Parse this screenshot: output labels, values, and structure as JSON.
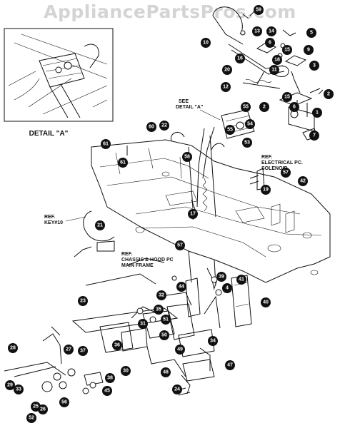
{
  "watermark": "AppliancePartsPros.com",
  "detail": {
    "caption": "DETAIL \"A\""
  },
  "refs": {
    "see_detail": [
      "SEE",
      "DETAIL \"A\""
    ],
    "electrical": [
      "REF.",
      "ELECTRICAL PC.",
      "SOLENOID"
    ],
    "key": [
      "REF.",
      "KEY#10"
    ],
    "chassis": [
      "REF.",
      "CHASSIS & HOOD PC",
      "MAIN FRAME"
    ]
  },
  "callouts": [
    "59",
    "13",
    "5",
    "10",
    "15",
    "14",
    "6",
    "16",
    "18",
    "20",
    "11",
    "9",
    "3",
    "12",
    "2",
    "1",
    "15",
    "2",
    "6",
    "7",
    "55",
    "54",
    "53",
    "55",
    "60",
    "22",
    "58",
    "61",
    "57",
    "42",
    "19",
    "17",
    "21",
    "57",
    "39",
    "41",
    "4",
    "44",
    "40",
    "23",
    "32",
    "35",
    "51",
    "31",
    "37",
    "50",
    "49",
    "34",
    "36",
    "30",
    "48",
    "47",
    "24",
    "27",
    "28",
    "29",
    "33",
    "25",
    "26",
    "38",
    "45",
    "52",
    "56",
    "61"
  ]
}
